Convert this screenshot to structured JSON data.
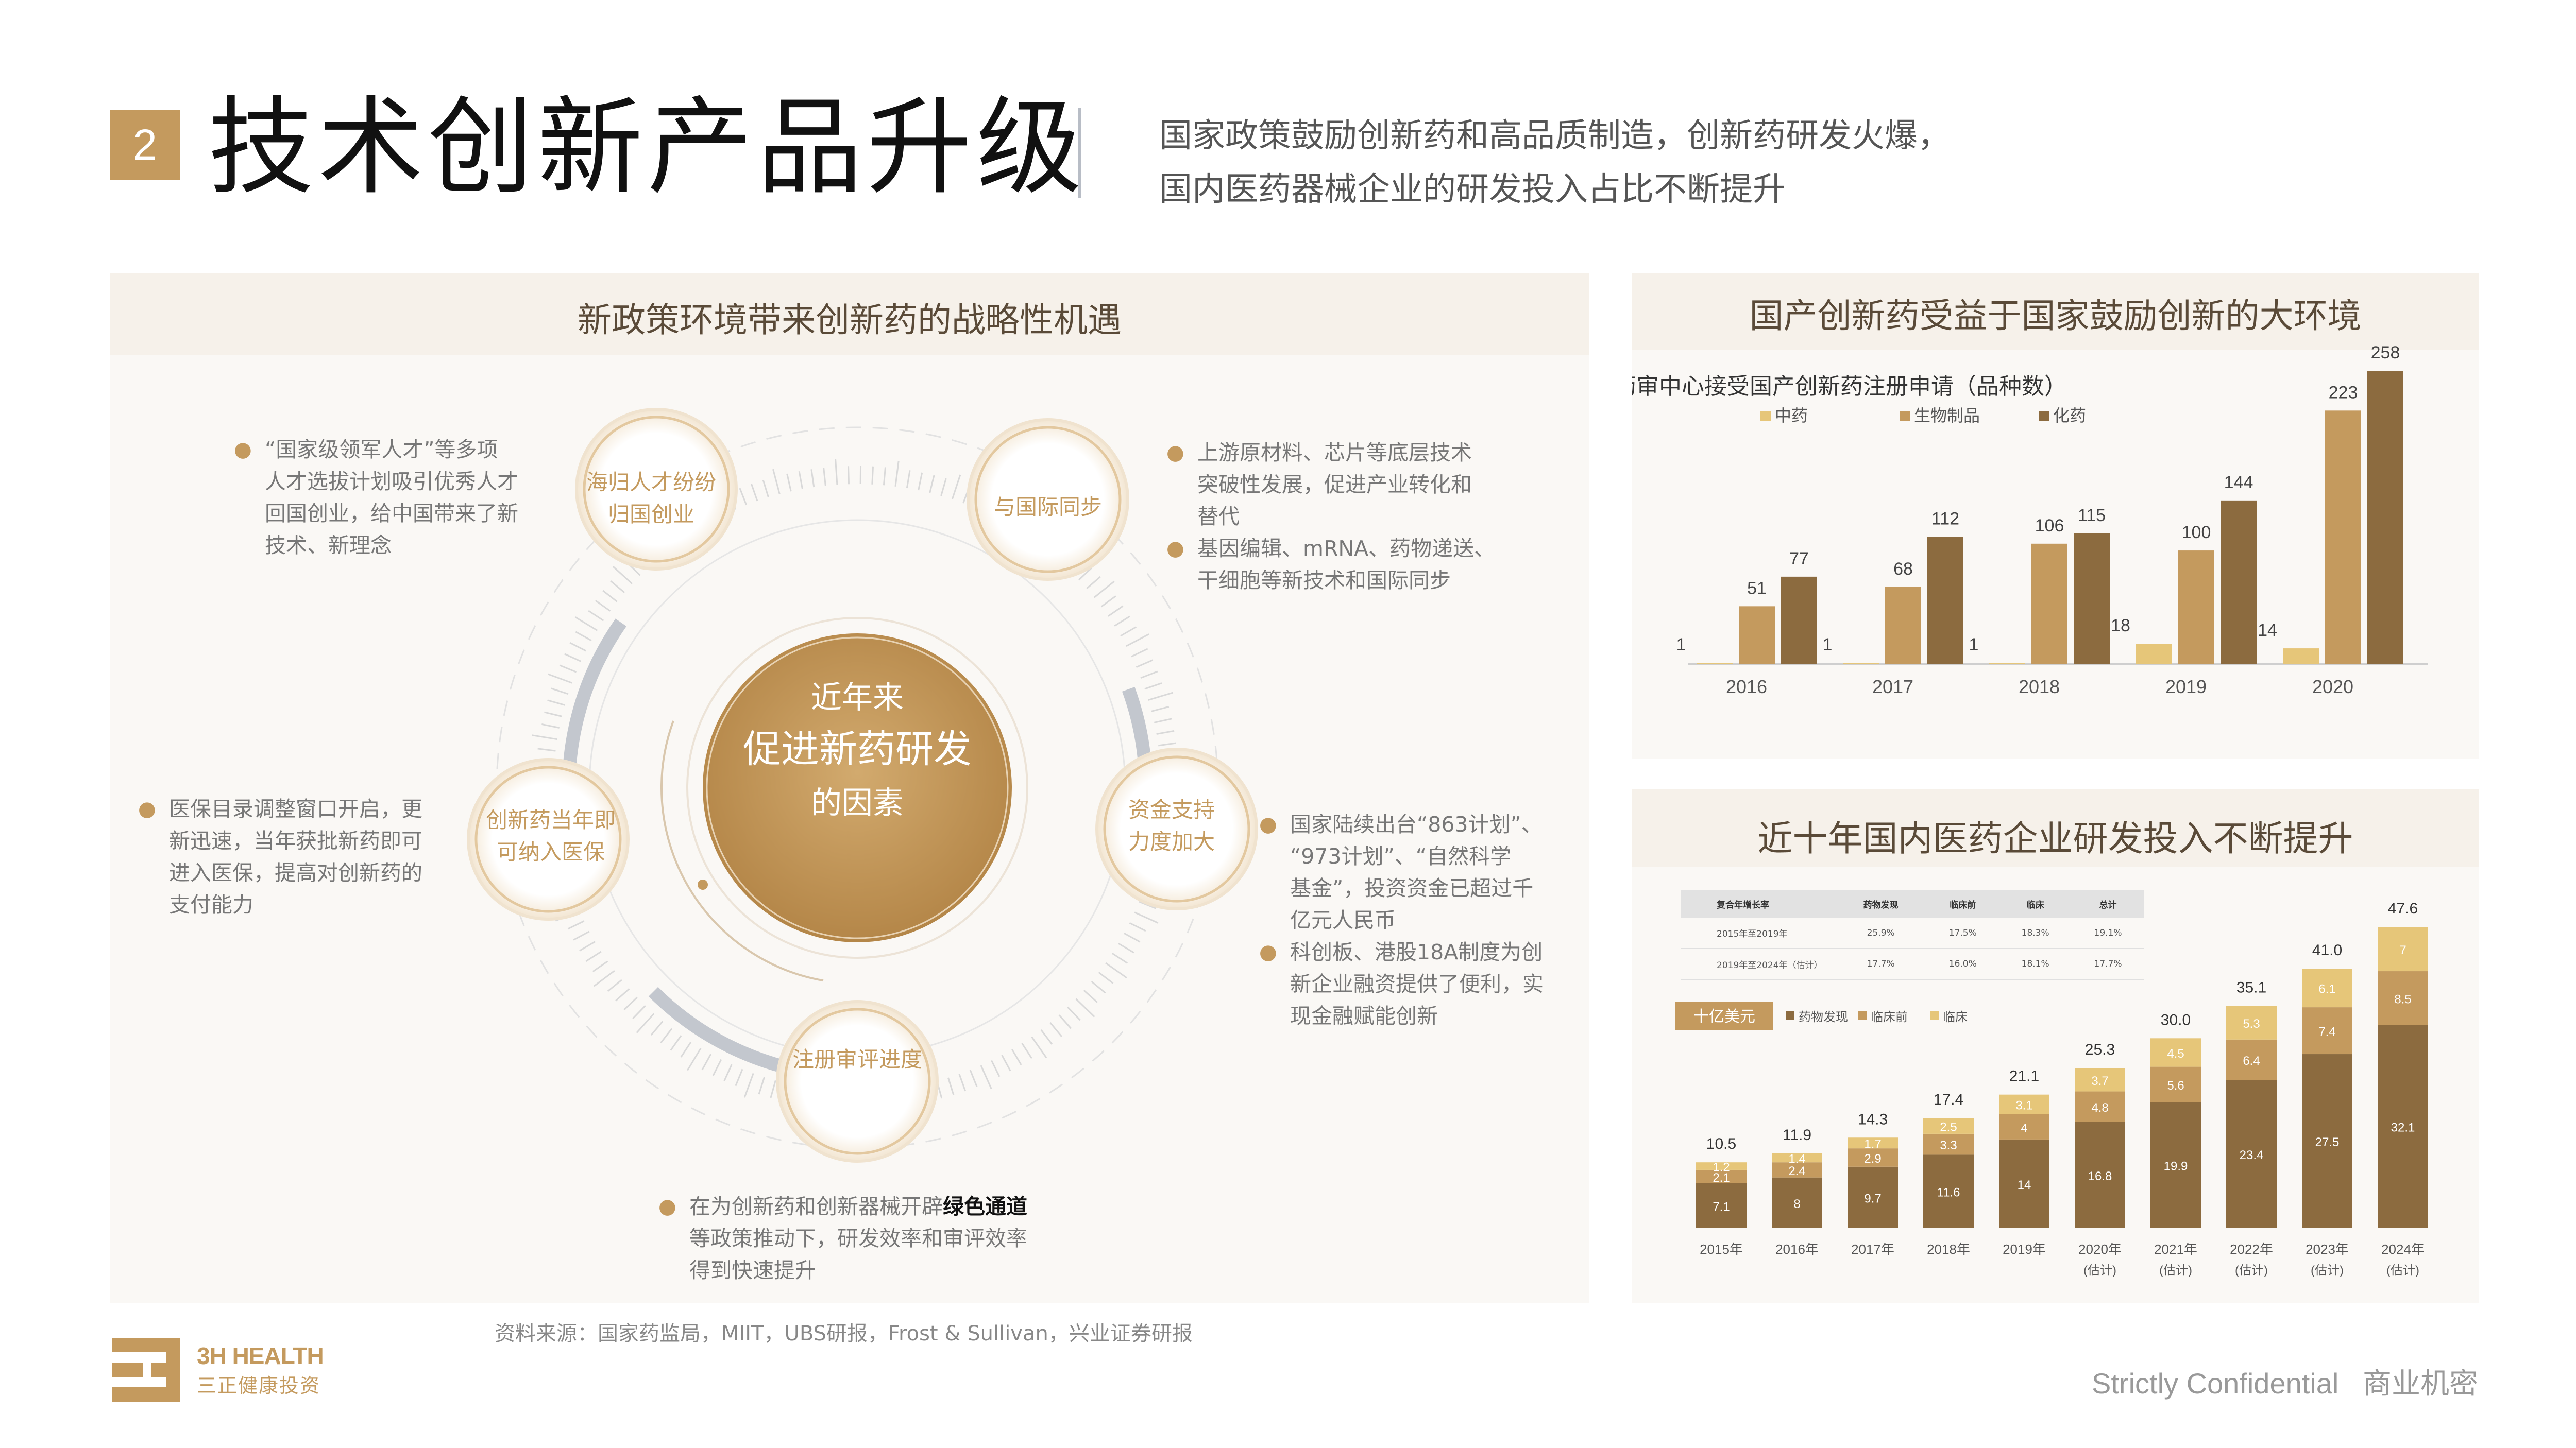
{
  "header": {
    "badge": "2",
    "title": "技术创新产品升级",
    "desc_line1": "国家政策鼓励创新药和高品质制造，创新药研发火爆，",
    "desc_line2": "国内医药器械企业的研发投入占比不断提升"
  },
  "left_panel": {
    "title": "新政策环境带来创新药的战略性机遇",
    "center": {
      "line1": "近年来",
      "line2": "促进新药研发",
      "line3": "的因素"
    },
    "nodes": [
      {
        "line1": "海归人才纷纷",
        "line2": "归国创业"
      },
      {
        "line1": "与国际同步",
        "line2": ""
      },
      {
        "line1": "资金支持",
        "line2": "力度加大"
      },
      {
        "line1": "注册审评进度",
        "line2": ""
      },
      {
        "line1": "创新药当年即",
        "line2": "可纳入医保"
      }
    ],
    "bullets": {
      "talent": [
        "“国家级领军人才”等多项",
        "人才选拔计划吸引优秀人才",
        "回国创业，给中国带来了新",
        "技术、新理念"
      ],
      "intl_a": [
        "上游原材料、芯片等底层技术",
        "突破性发展，促进产业转化和",
        "替代"
      ],
      "intl_b": [
        "基因编辑、mRNA、药物递送、",
        "干细胞等新技术和国际同步"
      ],
      "funding_a": [
        "国家陆续出台“863计划”、",
        "“973计划”、“自然科学",
        "基金”，投资资金已超过千",
        "亿元人民币"
      ],
      "funding_b": [
        "科创板、港股18A制度为创",
        "新企业融资提供了便利，实",
        "现金融赋能创新"
      ],
      "review_line1_pre": "在为创新药和创新器械开辟",
      "review_line1_bold": "绿色通道",
      "review_rest": [
        "等政策推动下，研发效率和审评效率",
        "得到快速提升"
      ],
      "insurance": [
        "医保目录调整窗口开启，更",
        "新迅速，当年获批新药即可",
        "进入医保，提高对创新药的",
        "支付能力"
      ]
    }
  },
  "top_right_panel": {
    "title": "国产创新药受益于国家鼓励创新的大环境"
  },
  "bottom_right_panel": {
    "title": "近十年国内医药企业研发投入不断提升",
    "growth_table": {
      "headers": [
        "复合年增长率",
        "药物发现",
        "临床前",
        "临床",
        "总计"
      ],
      "rows": [
        [
          "2015年至2019年",
          "25.9%",
          "17.5%",
          "18.3%",
          "19.1%"
        ],
        [
          "2019年至2024年（估计）",
          "17.7%",
          "16.0%",
          "18.1%",
          "17.7%"
        ]
      ]
    },
    "unit_label": "十亿美元"
  },
  "chart_data": [
    {
      "type": "bar",
      "title": "药审中心接受国产创新药注册申请（品种数）",
      "categories": [
        "2016",
        "2017",
        "2018",
        "2019",
        "2020"
      ],
      "series": [
        {
          "name": "中药",
          "values": [
            1,
            1,
            1,
            18,
            14
          ],
          "color": "#e6c679"
        },
        {
          "name": "生物制品",
          "values": [
            51,
            68,
            106,
            100,
            223
          ],
          "color": "#c49a5e"
        },
        {
          "name": "化药",
          "values": [
            77,
            112,
            115,
            144,
            258
          ],
          "color": "#8c6b3f"
        }
      ],
      "legend_position": "top-left",
      "grid": false
    },
    {
      "type": "bar",
      "stacked": true,
      "categories": [
        "2015年",
        "2016年",
        "2017年",
        "2018年",
        "2019年",
        "2020年",
        "2021年",
        "2022年",
        "2023年",
        "2024年"
      ],
      "category_notes": [
        "",
        "",
        "",
        "",
        "",
        "(估计)",
        "(估计)",
        "(估计)",
        "(估计)",
        "(估计)"
      ],
      "series": [
        {
          "name": "药物发现",
          "values": [
            7.1,
            8,
            9.7,
            11.6,
            14,
            16.8,
            19.9,
            23.4,
            27.5,
            32.1
          ],
          "color": "#8c6b3f"
        },
        {
          "name": "临床前",
          "values": [
            2.1,
            2.4,
            2.9,
            3.3,
            4,
            4.8,
            5.6,
            6.4,
            7.4,
            8.5
          ],
          "color": "#c49a5e"
        },
        {
          "name": "临床",
          "values": [
            1.2,
            1.4,
            1.7,
            2.5,
            3.1,
            3.7,
            4.5,
            5.3,
            6.1,
            7
          ],
          "color": "#e6c679"
        }
      ],
      "totals": [
        10.5,
        11.9,
        14.3,
        17.4,
        21.1,
        25.3,
        30.0,
        35.1,
        41.0,
        47.6
      ],
      "total_labels": [
        "10.5",
        "11.9",
        "14.3",
        "17.4",
        "21.1",
        "25.3",
        "30.0",
        "35.1",
        "41.0",
        "47.6"
      ],
      "unit": "十亿美元",
      "legend_position": "top-left",
      "grid": false
    }
  ],
  "footer": {
    "source": "资料来源：国家药监局，MIIT，UBS研报，Frost & Sullivan，兴业证券研报",
    "brand_en": "3H HEALTH",
    "brand_cn": "三正健康投资",
    "confidential": "Strictly Confidential   商业机密"
  },
  "colors": {
    "gold": "#c49a5e",
    "dark": "#8c6b3f",
    "light": "#e6c679",
    "ring": "#b8bdc6"
  }
}
